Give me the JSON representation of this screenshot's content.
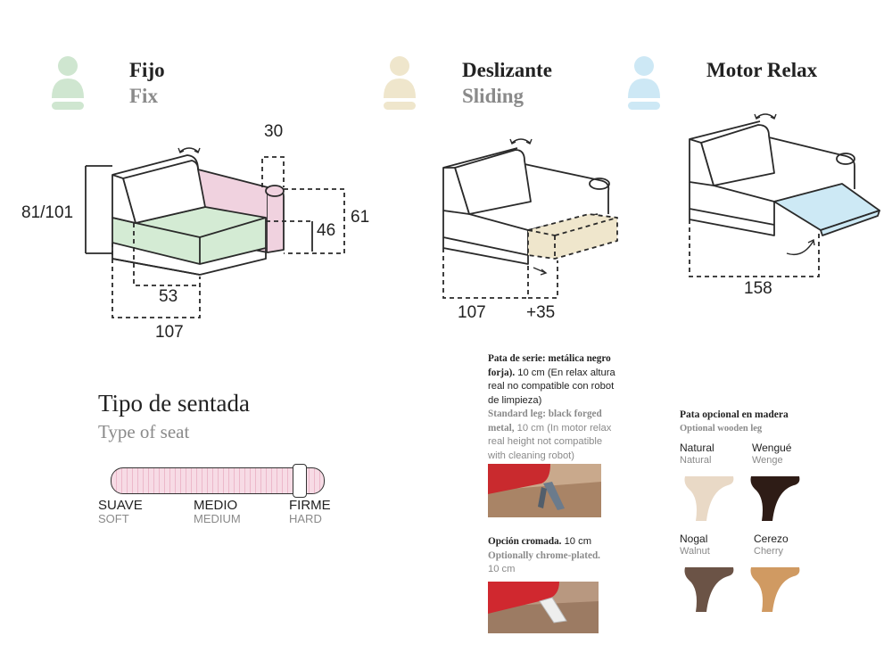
{
  "icon_colors": {
    "fix": "#cfe6d0",
    "sliding": "#efe6cc",
    "motor": "#cde8f5",
    "pink": "#f0d2df",
    "green": "#d4ebd4",
    "beige": "#efe6cc",
    "blue": "#cde9f5"
  },
  "types": [
    {
      "title_es": "Fijo",
      "title_en": "Fix"
    },
    {
      "title_es": "Deslizante",
      "title_en": "Sliding"
    },
    {
      "title_es": "Motor Relax",
      "title_en": ""
    }
  ],
  "dims": {
    "fix": {
      "top": "30",
      "height": "81/101",
      "right": "61",
      "seat": "46",
      "depth_seat": "53",
      "width": "107"
    },
    "sliding": {
      "width": "107",
      "extra": "+35"
    },
    "motor": {
      "width": "158"
    }
  },
  "seat": {
    "title_es": "Tipo de sentada",
    "title_en": "Type of seat",
    "levels": [
      {
        "es": "SUAVE",
        "en": "SOFT"
      },
      {
        "es": "MEDIO",
        "en": "MEDIUM"
      },
      {
        "es": "FIRME",
        "en": "HARD"
      }
    ],
    "selected_level": "FIRME"
  },
  "leg_standard": {
    "es_bold": "Pata de serie: metálica negro forja).",
    "es_rest": " 10 cm (En relax altura real no compatible con robot de limpieza)",
    "en_bold": "Standard leg: black forged metal,",
    "en_rest": " 10 cm (In motor relax real height not compatible with cleaning robot)"
  },
  "leg_chrome": {
    "es_bold": "Opción cromada.",
    "es_rest": " 10 cm",
    "en_bold": "Optionally chrome-plated.",
    "en_rest": "10 cm"
  },
  "wood": {
    "title_es": "Pata opcional en madera",
    "title_en": "Optional wooden leg",
    "options": [
      {
        "es": "Natural",
        "en": "Natural",
        "color": "#e9d9c6"
      },
      {
        "es": "Wengué",
        "en": "Wenge",
        "color": "#2e1c16"
      },
      {
        "es": "Nogal",
        "en": "Walnut",
        "color": "#6b5346"
      },
      {
        "es": "Cerezo",
        "en": "Cherry",
        "color": "#d09a62"
      }
    ]
  }
}
